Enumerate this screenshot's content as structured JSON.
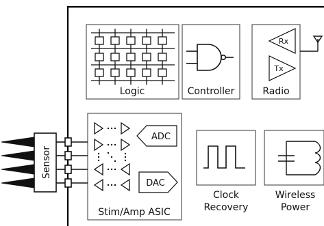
{
  "blocks": {
    "logic": "Logic",
    "controller": "Controller",
    "radio": "Radio",
    "asic": "Stim/Amp ASIC",
    "clock_line1": "Clock",
    "clock_line2": "Recovery",
    "wireless_line1": "Wireless",
    "wireless_line2": "Power"
  },
  "radio_tags": {
    "rx": "Rx",
    "tx": "Tx"
  },
  "asic_tags": {
    "adc": "ADC",
    "dac": "DAC"
  },
  "sensor": "Sensor"
}
